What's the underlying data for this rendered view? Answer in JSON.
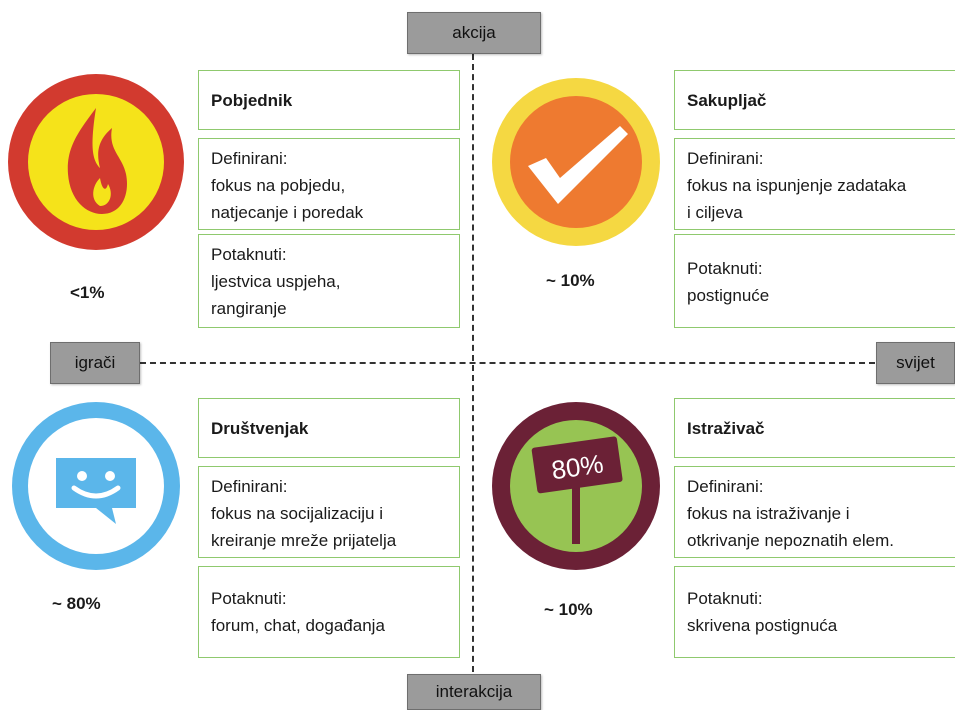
{
  "axes": {
    "top": "akcija",
    "bottom": "interakcija",
    "left": "igrači",
    "right": "svijet"
  },
  "quadrants": [
    {
      "title": "Pobjednik",
      "defined": [
        "Definirani:",
        "fokus na pobjedu,",
        "natjecanje i poredak"
      ],
      "motivated": [
        "Potaknuti:",
        "ljestvica uspjeha,",
        "rangiranje"
      ],
      "percent": "<1%",
      "icon": "flame-icon",
      "colors": {
        "ring": "#d23a2f",
        "fill": "#f5e31a"
      }
    },
    {
      "title": "Sakupljač",
      "defined": [
        "Definirani:",
        "fokus na ispunjenje zadataka",
        "i ciljeva"
      ],
      "motivated": [
        "Potaknuti:",
        "postignuće"
      ],
      "percent": "~ 10%",
      "icon": "checkmark-icon",
      "colors": {
        "ring": "#f5d842",
        "fill": "#ee7a30"
      }
    },
    {
      "title": "Društvenjak",
      "defined": [
        "Definirani:",
        "fokus na socijalizaciju i",
        "kreiranje mreže prijatelja"
      ],
      "motivated": [
        "Potaknuti:",
        "forum, chat, događanja"
      ],
      "percent": "~ 80%",
      "icon": "chat-bubble-icon",
      "colors": {
        "ring": "#5bb6ea",
        "fill": "#ffffff"
      }
    },
    {
      "title": "Istraživač",
      "defined": [
        "Definirani:",
        "fokus na istraživanje i",
        "otkrivanje nepoznatih elem."
      ],
      "motivated": [
        "Potaknuti:",
        "skrivena postignuća"
      ],
      "percent": "~ 10%",
      "icon": "sign-80-icon",
      "sign_text": "80%",
      "colors": {
        "ring": "#6b2136",
        "fill": "#97c453"
      }
    }
  ]
}
